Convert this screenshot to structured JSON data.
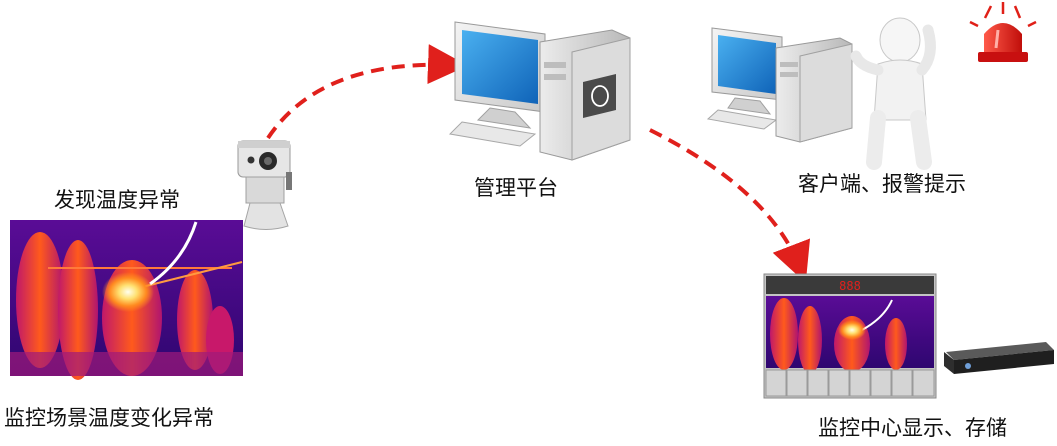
{
  "labels": {
    "temp_found": "发现温度异常",
    "scene_anomaly": "监控场景温度变化异常",
    "management": "管理平台",
    "client_alarm": "客户端、报警提示",
    "monitor_center": "监控中心显示、存储"
  },
  "wall_display": {
    "code": "888"
  },
  "colors": {
    "arrow": "#e0201c",
    "screen_blue": "#1a86d8",
    "alarm_red": "#e02018",
    "thermal_bg": "#4a0a8a"
  },
  "icons": [
    "thermal-camera-icon",
    "thermal-image-icon",
    "server-computer-icon",
    "client-computer-icon",
    "person-figure-icon",
    "alarm-light-icon",
    "video-wall-icon",
    "nvr-recorder-icon"
  ]
}
